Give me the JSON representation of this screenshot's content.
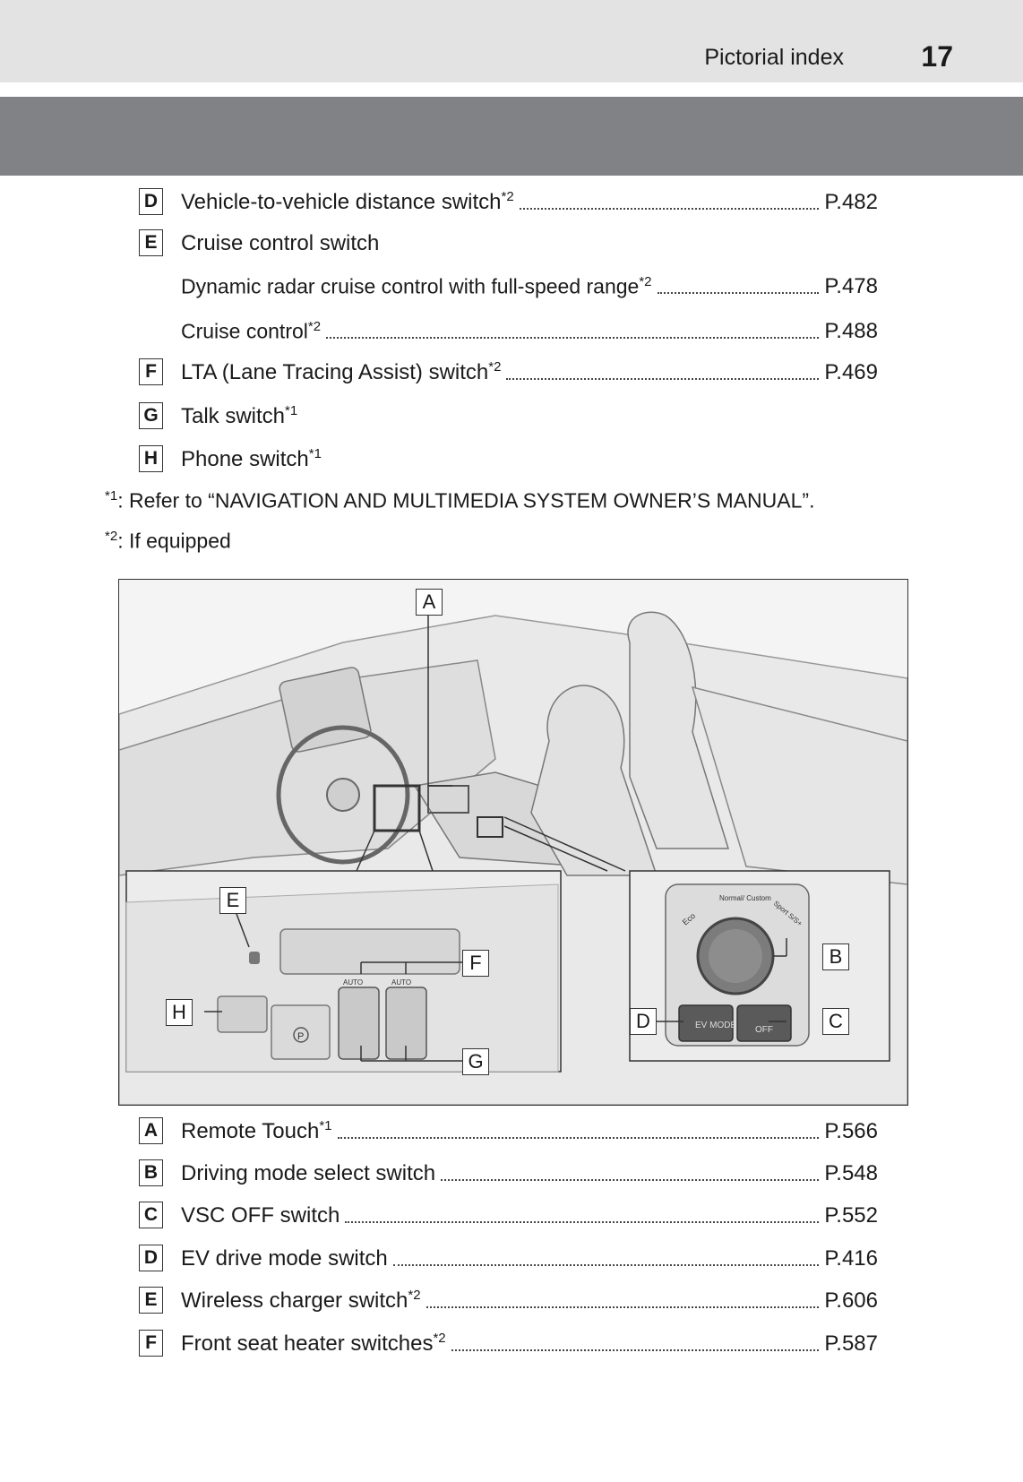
{
  "header": {
    "section": "Pictorial index",
    "page_number": "17"
  },
  "top_list": [
    {
      "letter": "D",
      "label": "Vehicle-to-vehicle distance switch",
      "sup": "*2",
      "page": "P.482"
    },
    {
      "letter": "E",
      "label": "Cruise control switch",
      "sup": "",
      "page": ""
    },
    {
      "letter": "",
      "label": "Dynamic radar cruise control with full-speed range",
      "sup": "*2",
      "page": "P.478"
    },
    {
      "letter": "",
      "label": "Cruise control",
      "sup": "*2",
      "page": "P.488"
    },
    {
      "letter": "F",
      "label": "LTA (Lane Tracing Assist) switch",
      "sup": "*2",
      "page": "P.469"
    },
    {
      "letter": "G",
      "label": "Talk switch",
      "sup": "*1",
      "page": ""
    },
    {
      "letter": "H",
      "label": "Phone switch",
      "sup": "*1",
      "page": ""
    }
  ],
  "footnotes": [
    {
      "mark": "*1",
      "text": ": Refer to “NAVIGATION AND MULTIMEDIA SYSTEM OWNER’S MANUAL”."
    },
    {
      "mark": "*2",
      "text": ": If equipped"
    }
  ],
  "figure": {
    "callouts": [
      "A",
      "B",
      "C",
      "D",
      "E",
      "F",
      "G",
      "H"
    ],
    "dial_labels": {
      "eco": "Eco",
      "normal": "Normal/ Custom",
      "sport": "Sport S/S+",
      "ev_mode": "EV MODE",
      "off": "OFF",
      "auto": "AUTO",
      "p": "P"
    }
  },
  "bottom_list": [
    {
      "letter": "A",
      "label": "Remote Touch",
      "sup": "*1",
      "page": "P.566"
    },
    {
      "letter": "B",
      "label": "Driving mode select switch",
      "sup": "",
      "page": "P.548"
    },
    {
      "letter": "C",
      "label": "VSC OFF switch",
      "sup": "",
      "page": "P.552"
    },
    {
      "letter": "D",
      "label": "EV drive mode switch",
      "sup": "",
      "page": "P.416"
    },
    {
      "letter": "E",
      "label": "Wireless charger switch",
      "sup": "*2",
      "page": "P.606"
    },
    {
      "letter": "F",
      "label": "Front seat heater switches",
      "sup": "*2",
      "page": "P.587"
    }
  ]
}
